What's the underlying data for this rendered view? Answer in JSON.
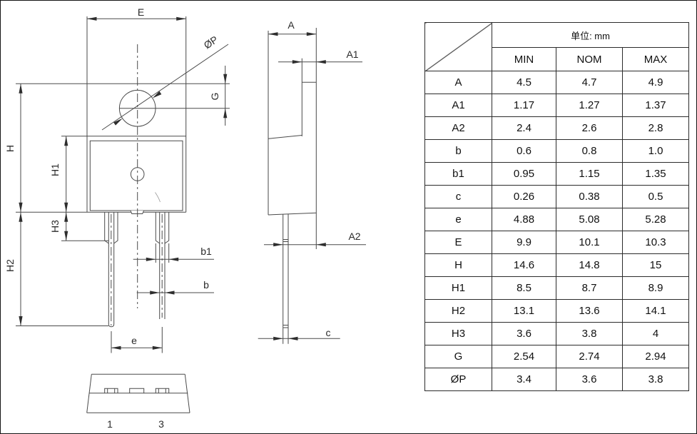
{
  "drawing": {
    "front_view_labels": {
      "E": "E",
      "diameter_p": "ØP",
      "G": "G",
      "H": "H",
      "H1": "H1",
      "H2": "H2",
      "H3": "H3",
      "b1": "b1",
      "b": "b",
      "e": "e"
    },
    "side_view_labels": {
      "A": "A",
      "A1": "A1",
      "A2": "A2",
      "c": "c"
    },
    "bottom_view_pins": {
      "pin1": "1",
      "pin3": "3"
    }
  },
  "table": {
    "unit_label": "单位: mm",
    "columns": [
      "MIN",
      "NOM",
      "MAX"
    ],
    "rows": [
      {
        "dim": "A",
        "min": "4.5",
        "nom": "4.7",
        "max": "4.9"
      },
      {
        "dim": "A1",
        "min": "1.17",
        "nom": "1.27",
        "max": "1.37"
      },
      {
        "dim": "A2",
        "min": "2.4",
        "nom": "2.6",
        "max": "2.8"
      },
      {
        "dim": "b",
        "min": "0.6",
        "nom": "0.8",
        "max": "1.0"
      },
      {
        "dim": "b1",
        "min": "0.95",
        "nom": "1.15",
        "max": "1.35"
      },
      {
        "dim": "c",
        "min": "0.26",
        "nom": "0.38",
        "max": "0.5"
      },
      {
        "dim": "e",
        "min": "4.88",
        "nom": "5.08",
        "max": "5.28"
      },
      {
        "dim": "E",
        "min": "9.9",
        "nom": "10.1",
        "max": "10.3"
      },
      {
        "dim": "H",
        "min": "14.6",
        "nom": "14.8",
        "max": "15"
      },
      {
        "dim": "H1",
        "min": "8.5",
        "nom": "8.7",
        "max": "8.9"
      },
      {
        "dim": "H2",
        "min": "13.1",
        "nom": "13.6",
        "max": "14.1"
      },
      {
        "dim": "H3",
        "min": "3.6",
        "nom": "3.8",
        "max": "4"
      },
      {
        "dim": "G",
        "min": "2.54",
        "nom": "2.74",
        "max": "2.94"
      },
      {
        "dim": "ØP",
        "min": "3.4",
        "nom": "3.6",
        "max": "3.8"
      }
    ]
  },
  "colors": {
    "line": "#4a4a4a",
    "arrow": "#2e2e2e",
    "text": "#2a2a2a",
    "table_border": "#2b2b2b",
    "background": "#ffffff"
  }
}
